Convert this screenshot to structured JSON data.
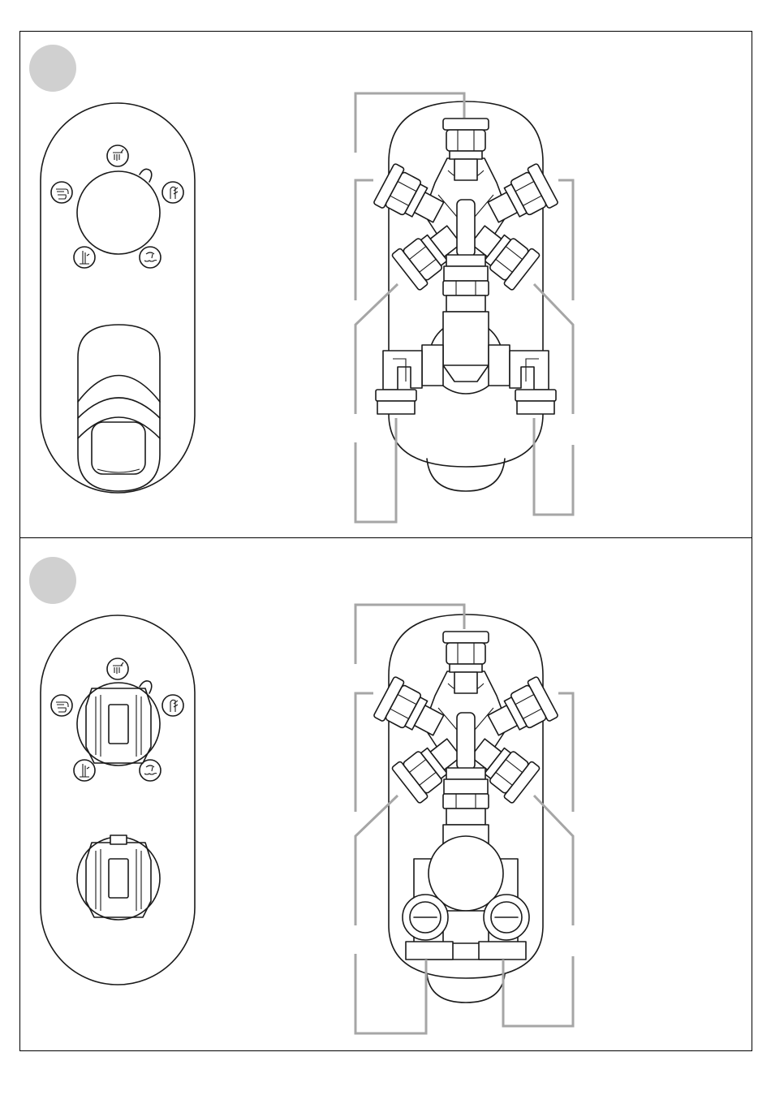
{
  "figure": {
    "panels": [
      {
        "id": "panel-1",
        "variant": "single-handle-mixer",
        "step_badge": ""
      },
      {
        "id": "panel-2",
        "variant": "thermostatic-dual-knob",
        "step_badge": ""
      }
    ],
    "icons": [
      "overhead-shower-icon",
      "bath-spout-icon",
      "hand-shower-icon",
      "body-jet-icon",
      "bath-fill-icon"
    ],
    "colors": {
      "line": "#1a1a1a",
      "leader": "#a6a6a6",
      "badge": "#d0d0d0",
      "border": "#000000"
    }
  }
}
